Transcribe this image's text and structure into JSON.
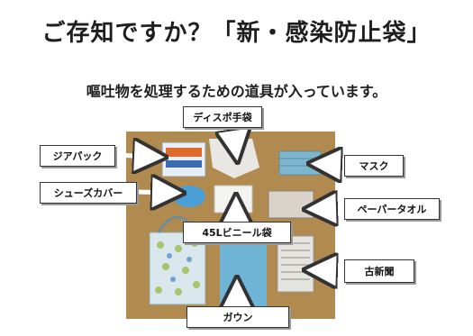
{
  "title": "ご存知ですか？「新・感染防止袋」",
  "subtitle": "嘔吐物を処理するための道具が入っています。",
  "labels": {
    "gloves": "ディスポ手袋",
    "zip_bag": "ジアパック",
    "mask": "マスク",
    "shoe_cover": "シューズカバー",
    "paper_towel": "ペーパータオル",
    "vinyl_bag": "45Lビニール袋",
    "newspaper": "古新聞",
    "gown": "ガウン"
  },
  "colors": {
    "photo_background": "#b08a4e",
    "mask": "#7fb6cf",
    "shoe_cover": "#4a9fd6",
    "gown": "#6fb4d4"
  }
}
